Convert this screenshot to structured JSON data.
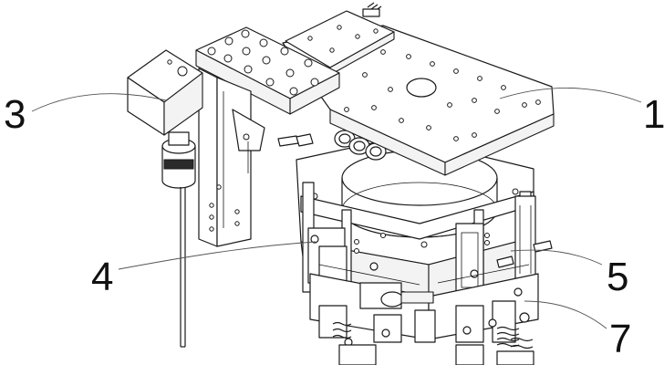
{
  "figure": {
    "callouts": [
      {
        "id": "1",
        "text": "1"
      },
      {
        "id": "3",
        "text": "3"
      },
      {
        "id": "4",
        "text": "4"
      },
      {
        "id": "5",
        "text": "5"
      },
      {
        "id": "7",
        "text": "7"
      }
    ]
  },
  "colors": {
    "line": "#1a1a1a",
    "background": "#ffffff",
    "shade": "#2a2a2a"
  }
}
